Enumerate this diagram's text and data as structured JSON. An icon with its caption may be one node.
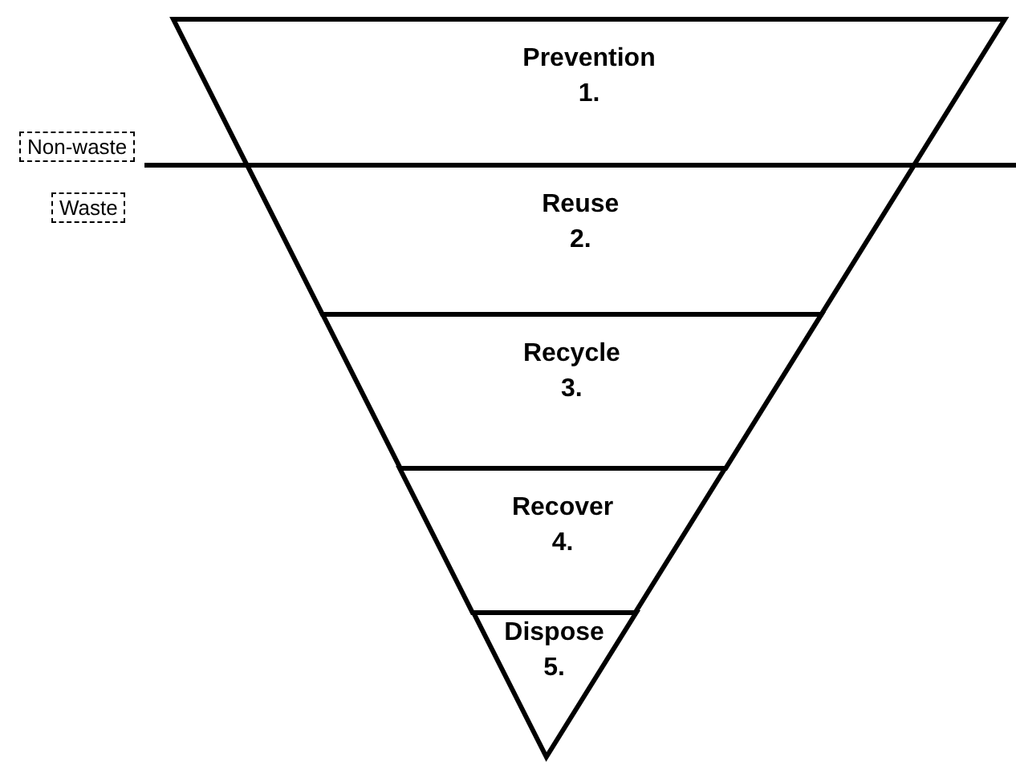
{
  "diagram": {
    "nodes": [
      {
        "text": [
          "Prevention",
          "1."
        ]
      },
      {
        "text": [
          "Reuse",
          "2."
        ]
      },
      {
        "text": [
          "Recycle",
          "3."
        ]
      },
      {
        "text": [
          "Recover",
          "4."
        ]
      },
      {
        "text": [
          "Dispose",
          "5."
        ]
      },
      {
        "text": [
          "Non-waste"
        ]
      },
      {
        "text": [
          "Waste"
        ]
      }
    ]
  }
}
